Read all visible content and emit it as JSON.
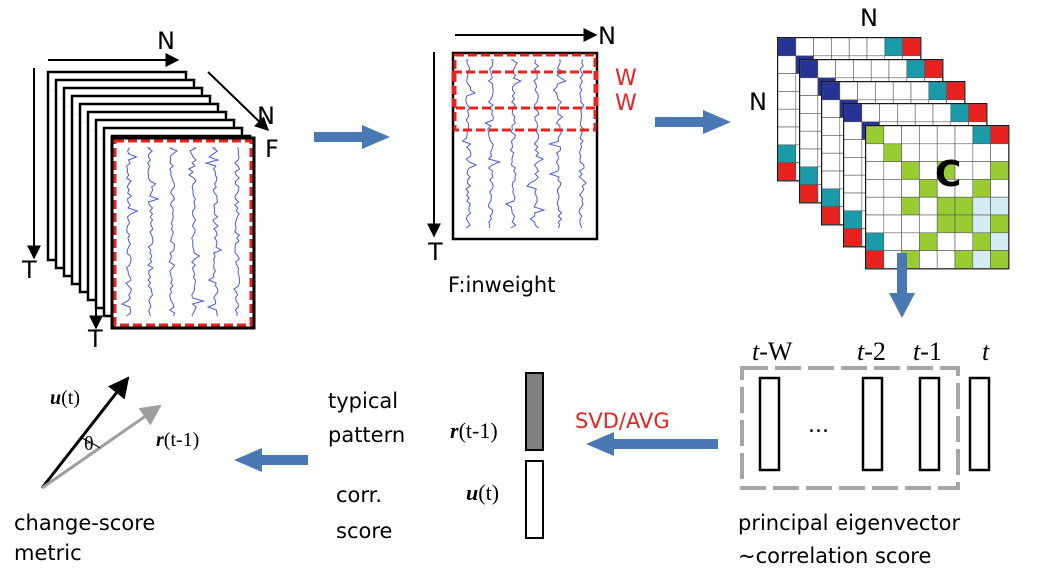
{
  "stack_labels": {
    "n_top": "N",
    "n_diag": "N",
    "f": "F",
    "t_left": "T",
    "t_bottom": "T"
  },
  "window_panel": {
    "n_label": "N",
    "t_label": "T",
    "w1": "W",
    "w2": "W",
    "caption": "F:inweight"
  },
  "matrix_panel": {
    "n_top": "N",
    "n_left": "N",
    "c_label": "C"
  },
  "eigen_panel": {
    "labels": [
      {
        "italic": "t",
        "rest": "-W"
      },
      {
        "italic": "t",
        "rest": "-2"
      },
      {
        "italic": "t",
        "rest": "-1"
      },
      {
        "italic": "t",
        "rest": ""
      }
    ],
    "ellipsis": "...",
    "caption_line1": "principal eigenvector",
    "caption_line2": "~correlation score"
  },
  "svd_panel": {
    "method": "SVD/AVG",
    "r_vec": {
      "bold": "r",
      "arg": "(t-1)"
    },
    "u_vec": {
      "bold": "u",
      "arg": "(t)"
    },
    "typical_line1": "typical",
    "typical_line2": "pattern",
    "corr_line1": "corr.",
    "corr_line2": "score"
  },
  "metric_panel": {
    "u_vec": {
      "bold": "u",
      "arg": "(t)"
    },
    "r_vec": {
      "bold": "r",
      "arg": "(t-1)"
    },
    "theta": "θ",
    "caption_line1": "change-score",
    "caption_line2": "metric"
  },
  "colors": {
    "flow_arrow": "#4a78b3",
    "red_accent": "#e8221f",
    "trace_blue": "#4a5cd8",
    "navy": "#253494",
    "teal": "#1b9aaa",
    "green": "#99cc33",
    "light_cyan": "#d6ecf3",
    "dashed_gray": "#a6a6a6",
    "gray_vector": "#9e9e9e",
    "filled_bar": "#808080"
  }
}
